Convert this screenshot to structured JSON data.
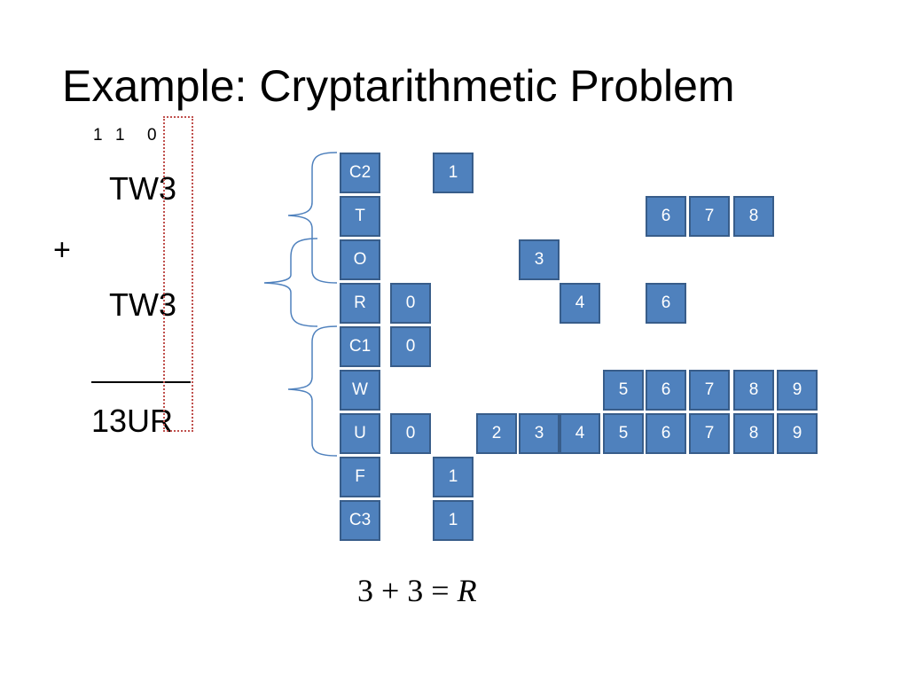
{
  "title": "Example: Cryptarithmetic Problem",
  "carries": [
    "1",
    "1",
    "0"
  ],
  "addend1": "TW3",
  "plus": "+",
  "addend2": "TW3",
  "result": "13UR",
  "colors": {
    "cell_fill": "#4f81bd",
    "cell_border": "#385d8a",
    "highlight": "#c0504d",
    "brace": "#4f81bd"
  },
  "variables": [
    {
      "label": "C2",
      "domain": [
        "1"
      ]
    },
    {
      "label": "T",
      "domain": [
        "6",
        "7",
        "8"
      ]
    },
    {
      "label": "O",
      "domain": [
        "3"
      ]
    },
    {
      "label": "R",
      "domain": [
        "0",
        "4",
        "6"
      ]
    },
    {
      "label": "C1",
      "domain": [
        "0"
      ]
    },
    {
      "label": "W",
      "domain": [
        "5",
        "6",
        "7",
        "8",
        "9"
      ]
    },
    {
      "label": "U",
      "domain": [
        "0",
        "2",
        "3",
        "4",
        "5",
        "6",
        "7",
        "8",
        "9"
      ]
    },
    {
      "label": "F",
      "domain": [
        "1"
      ]
    },
    {
      "label": "C3",
      "domain": [
        "1"
      ]
    }
  ],
  "equation": {
    "lhs": "3 + 3 = ",
    "var": "R"
  }
}
